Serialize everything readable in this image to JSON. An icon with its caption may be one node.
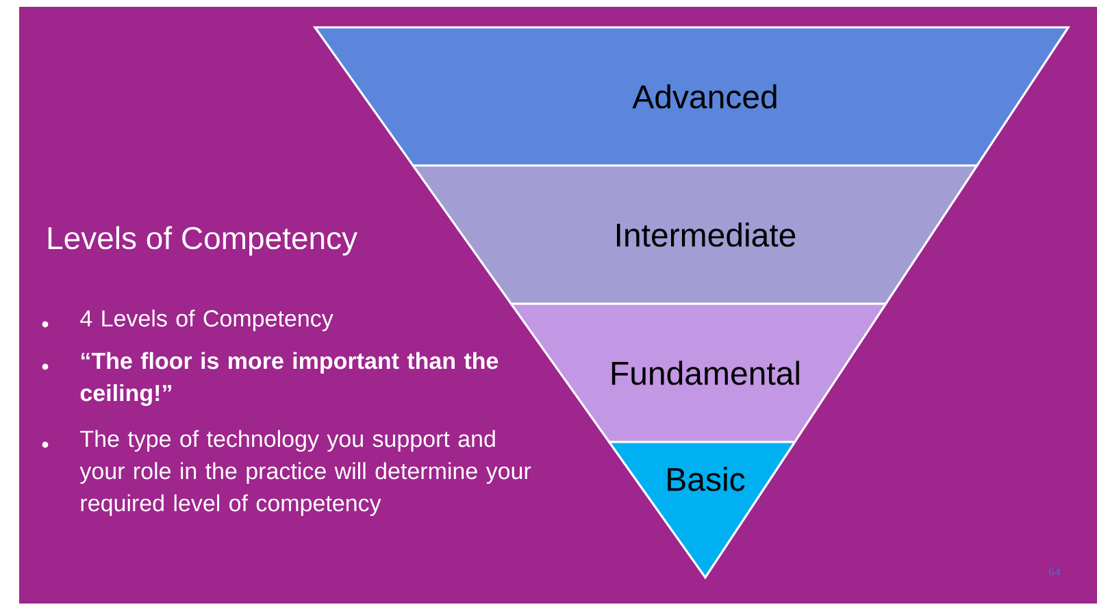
{
  "diagram": {
    "title": "Levels of Competency",
    "nodes": [
      {
        "text": [
          "Advanced"
        ]
      },
      {
        "text": [
          "Intermediate"
        ]
      },
      {
        "text": [
          "Fundamental"
        ]
      },
      {
        "text": [
          "Basic"
        ]
      }
    ],
    "labels": [
      "4 Levels of Competency",
      "“The floor is more important than the ceiling!”",
      "The type of technology you support and your role in the practice will determine your required level of competency",
      "64"
    ]
  }
}
